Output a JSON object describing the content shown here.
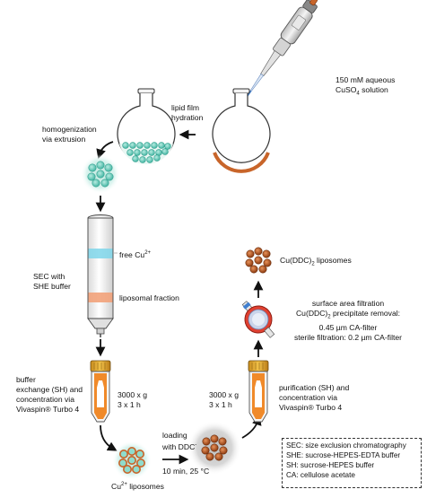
{
  "labels": {
    "cuso4_line1": "150 mM aqueous",
    "cuso4_line2": "CuSO",
    "cuso4_sub": "4",
    "cuso4_line2_tail": " solution",
    "lipid_line1": "lipid film",
    "lipid_line2": "hydration",
    "homog_line1": "homogenization",
    "homog_line2": "via extrusion",
    "free_cu": "free Cu",
    "free_cu_sup": "2+",
    "liposomal_fraction": "liposomal fraction",
    "sec_line1": "SEC with",
    "sec_line2": "SHE buffer",
    "buffer_line1": "buffer",
    "buffer_line2": "exchange (SH) and",
    "buffer_line3": "concentration via",
    "buffer_line4": "Vivaspin® Turbo 4",
    "spin_left_line1": "3000 x g",
    "spin_left_line2": "3 x 1 h",
    "spin_right_line1": "3000 x g",
    "spin_right_line2": "3 x 1 h",
    "cu_lipo": "Cu",
    "cu_lipo_sup": "2+",
    "cu_lipo_tail": " liposomes",
    "loading_line1": "loading",
    "loading_line2": "with DDC",
    "loading_sup": "-",
    "loading_cond": "10 min, 25 °C",
    "purif_line1": "purification (SH) and",
    "purif_line2": "concentration via",
    "purif_line3": "Vivaspin® Turbo 4",
    "filt_line1": "surface area filtration",
    "filt_line2a": "Cu(DDC)",
    "filt_line2sub": "2",
    "filt_line2b": " precipitate removal:",
    "filt_line3": "0.45 µm CA-filter",
    "filt_line4": "sterile filtration: 0.2 µm CA-filter",
    "final_a": "Cu(DDC)",
    "final_sub": "2",
    "final_b": " liposomes"
  },
  "legend": [
    "SEC: size exclusion chromatography",
    "SHE: sucrose-HEPES-EDTA buffer",
    "SH: sucrose-HEPES buffer",
    "CA: cellulose acetate"
  ],
  "colors": {
    "teal": "#6dcfbd",
    "teal_dark": "#2f9e8c",
    "copper": "#c8652a",
    "copper_dark": "#a04a1a",
    "orange": "#f08a2a",
    "red": "#e04030",
    "blue": "#3f7fd0",
    "gray": "#8a8a8a"
  },
  "icons": [
    "pipette-icon",
    "round-flask-icon",
    "sec-column-icon",
    "centrifuge-tube-icon",
    "syringe-filter-icon",
    "arrow-icon"
  ]
}
